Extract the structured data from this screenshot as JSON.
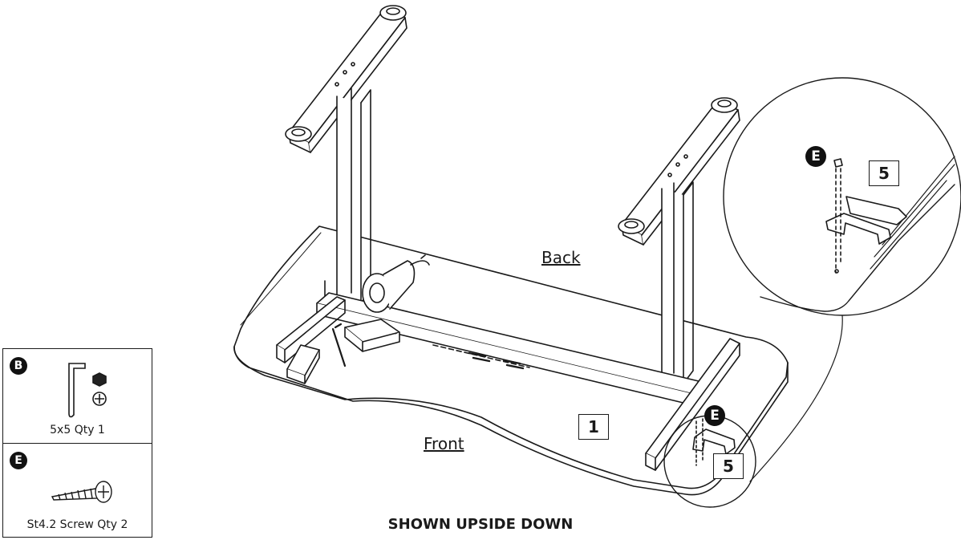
{
  "parts": [
    {
      "badge": "B",
      "label": "5x5 Qty 1",
      "icon": "hex-key-icon"
    },
    {
      "badge": "E",
      "label": "St4.2 Screw Qty 2",
      "icon": "screw-icon"
    }
  ],
  "labels": {
    "back": "Back",
    "front": "Front",
    "part_number_main": "1",
    "part_number_bracket": "5",
    "part_number_bracket_detail": "5",
    "screw_badge": "E",
    "screw_badge_detail": "E",
    "caption": "SHOWN UPSIDE DOWN"
  }
}
